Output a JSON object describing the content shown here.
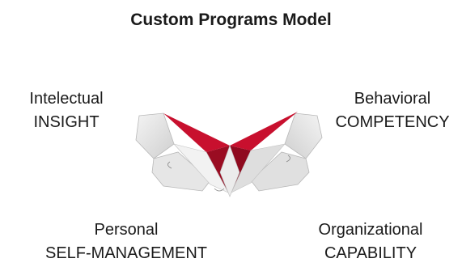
{
  "title": "Custom Programs Model",
  "quadrants": [
    {
      "line1": "Intelectual",
      "line2": "INSIGHT"
    },
    {
      "line1": "Behavioral",
      "line2": "COMPETENCY"
    },
    {
      "line1": "Personal",
      "line2": "SELF-MANAGEMENT"
    },
    {
      "line1": "Organizational",
      "line2": "CAPABILITY"
    }
  ],
  "colors": {
    "accent_red": "#c8102e",
    "paper_light": "#eeeeee",
    "paper_shadow": "#c9c9c9"
  },
  "icon": "folded-paper-butterfly"
}
